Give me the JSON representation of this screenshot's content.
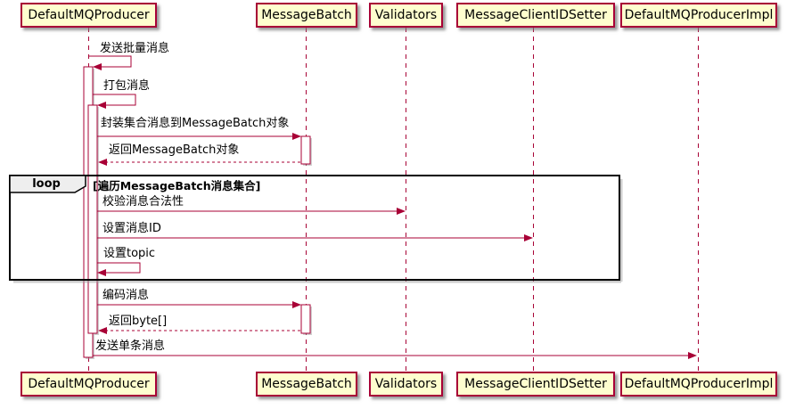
{
  "diagram": {
    "type": "sequence",
    "participants": [
      {
        "name": "DefaultMQProducer"
      },
      {
        "name": "MessageBatch"
      },
      {
        "name": "Validators"
      },
      {
        "name": "MessageClientIDSetter"
      },
      {
        "name": "DefaultMQProducerImpl"
      }
    ],
    "fragment": {
      "operator": "loop",
      "condition": "[遍历MessageBatch消息集合]"
    },
    "messages": [
      {
        "text": "发送批量消息",
        "from": "DefaultMQProducer",
        "to": "DefaultMQProducer",
        "style": "solid",
        "self": true,
        "in_loop": false
      },
      {
        "text": "打包消息",
        "from": "DefaultMQProducer",
        "to": "DefaultMQProducer",
        "style": "solid",
        "self": true,
        "in_loop": false
      },
      {
        "text": "封装集合消息到MessageBatch对象",
        "from": "DefaultMQProducer",
        "to": "MessageBatch",
        "style": "solid",
        "self": false,
        "in_loop": false
      },
      {
        "text": "返回MessageBatch对象",
        "from": "MessageBatch",
        "to": "DefaultMQProducer",
        "style": "dashed",
        "self": false,
        "in_loop": false
      },
      {
        "text": "校验消息合法性",
        "from": "DefaultMQProducer",
        "to": "Validators",
        "style": "solid",
        "self": false,
        "in_loop": true
      },
      {
        "text": "设置消息ID",
        "from": "DefaultMQProducer",
        "to": "MessageClientIDSetter",
        "style": "solid",
        "self": false,
        "in_loop": true
      },
      {
        "text": "设置topic",
        "from": "DefaultMQProducer",
        "to": "DefaultMQProducer",
        "style": "solid",
        "self": true,
        "in_loop": true
      },
      {
        "text": "编码消息",
        "from": "DefaultMQProducer",
        "to": "MessageBatch",
        "style": "solid",
        "self": false,
        "in_loop": false
      },
      {
        "text": "返回byte[]",
        "from": "MessageBatch",
        "to": "DefaultMQProducer",
        "style": "dashed",
        "self": false,
        "in_loop": false
      },
      {
        "text": "发送单条消息",
        "from": "DefaultMQProducer",
        "to": "DefaultMQProducerImpl",
        "style": "solid",
        "self": false,
        "in_loop": false
      }
    ],
    "colors": {
      "accent": "#A80036",
      "participant_fill": "#FEFECE",
      "frame_border": "#000000",
      "frame_label_fill": "#EEEEEE",
      "background": "#FFFFFF"
    }
  }
}
